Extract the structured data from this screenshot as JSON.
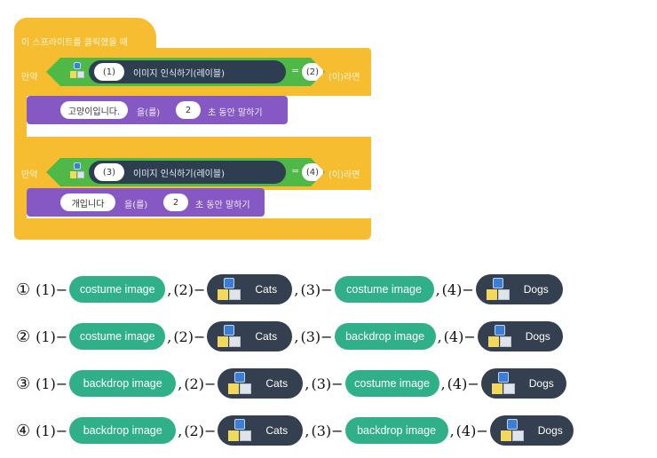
{
  "code": {
    "hat_label": "이 스프라이트를 클릭했을 때",
    "if_label": "만약",
    "then_label": "(이)라면",
    "block1": {
      "slot_a": "(1)",
      "reporter_label": "이미지 인식하기(레이블)",
      "equals": "=",
      "slot_b": "(2)",
      "say_text": "고양이입니다.",
      "say_mid": "을(를)",
      "say_secs": "2",
      "say_tail": "초 동안 말하기"
    },
    "block2": {
      "slot_a": "(3)",
      "reporter_label": "이미지 인식하기(레이블)",
      "equals": "=",
      "slot_b": "(4)",
      "say_text": "개입니다",
      "say_mid": "을(를)",
      "say_secs": "2",
      "say_tail": "초 동안 말하기"
    }
  },
  "choices": [
    {
      "num": "①",
      "p1": "(1)−",
      "a": "costume image",
      "sep1": ",",
      "p2": "(2)−",
      "b": "Cats",
      "sep2": ",",
      "p3": "(3)−",
      "c": "costume image",
      "sep3": ",",
      "p4": "(4)−",
      "d": "Dogs"
    },
    {
      "num": "②",
      "p1": "(1)−",
      "a": "costume image",
      "sep1": ",",
      "p2": "(2)−",
      "b": "Cats",
      "sep2": ",",
      "p3": "(3)−",
      "c": "backdrop image",
      "sep3": ",",
      "p4": "(4)−",
      "d": "Dogs"
    },
    {
      "num": "③",
      "p1": "(1)−",
      "a": "backdrop image",
      "sep1": ",",
      "p2": "(2)−",
      "b": "Cats",
      "sep2": ",",
      "p3": "(3)−",
      "c": "costume image",
      "sep3": ",",
      "p4": "(4)−",
      "d": "Dogs"
    },
    {
      "num": "④",
      "p1": "(1)−",
      "a": "backdrop image",
      "sep1": ",",
      "p2": "(2)−",
      "b": "Cats",
      "sep2": ",",
      "p3": "(3)−",
      "c": "backdrop image",
      "sep3": ",",
      "p4": "(4)−",
      "d": "Dogs"
    }
  ],
  "colors": {
    "event": "#f6bd31",
    "control": "#f6bd31",
    "operator": "#4fb948",
    "looks": "#8558c3",
    "reporter": "#2c3e50",
    "option_green": "#2fb088",
    "option_navy": "#34404f"
  },
  "icons": {
    "extension": "ml-image-recognition-icon"
  }
}
